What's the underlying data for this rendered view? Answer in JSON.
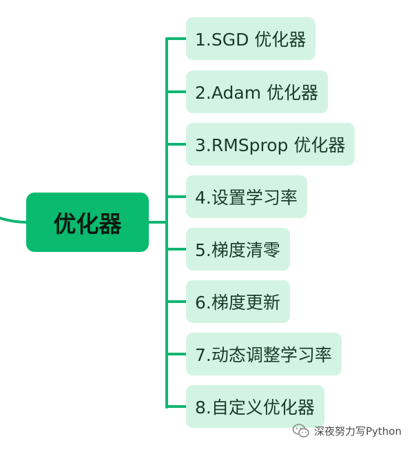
{
  "root": {
    "label": "优化器"
  },
  "branches": [
    {
      "label": "1.SGD 优化器"
    },
    {
      "label": "2.Adam 优化器"
    },
    {
      "label": "3.RMSprop 优化器"
    },
    {
      "label": "4.设置学习率"
    },
    {
      "label": "5.梯度清零"
    },
    {
      "label": "6.梯度更新"
    },
    {
      "label": "7.动态调整学习率"
    },
    {
      "label": "8.自定义优化器"
    }
  ],
  "watermark": {
    "text": "深夜努力写Python",
    "icon": "wechat-icon"
  },
  "colors": {
    "root": "#0aba6e",
    "branch_bg": "#d3f4e4",
    "connector": "#10b573"
  }
}
